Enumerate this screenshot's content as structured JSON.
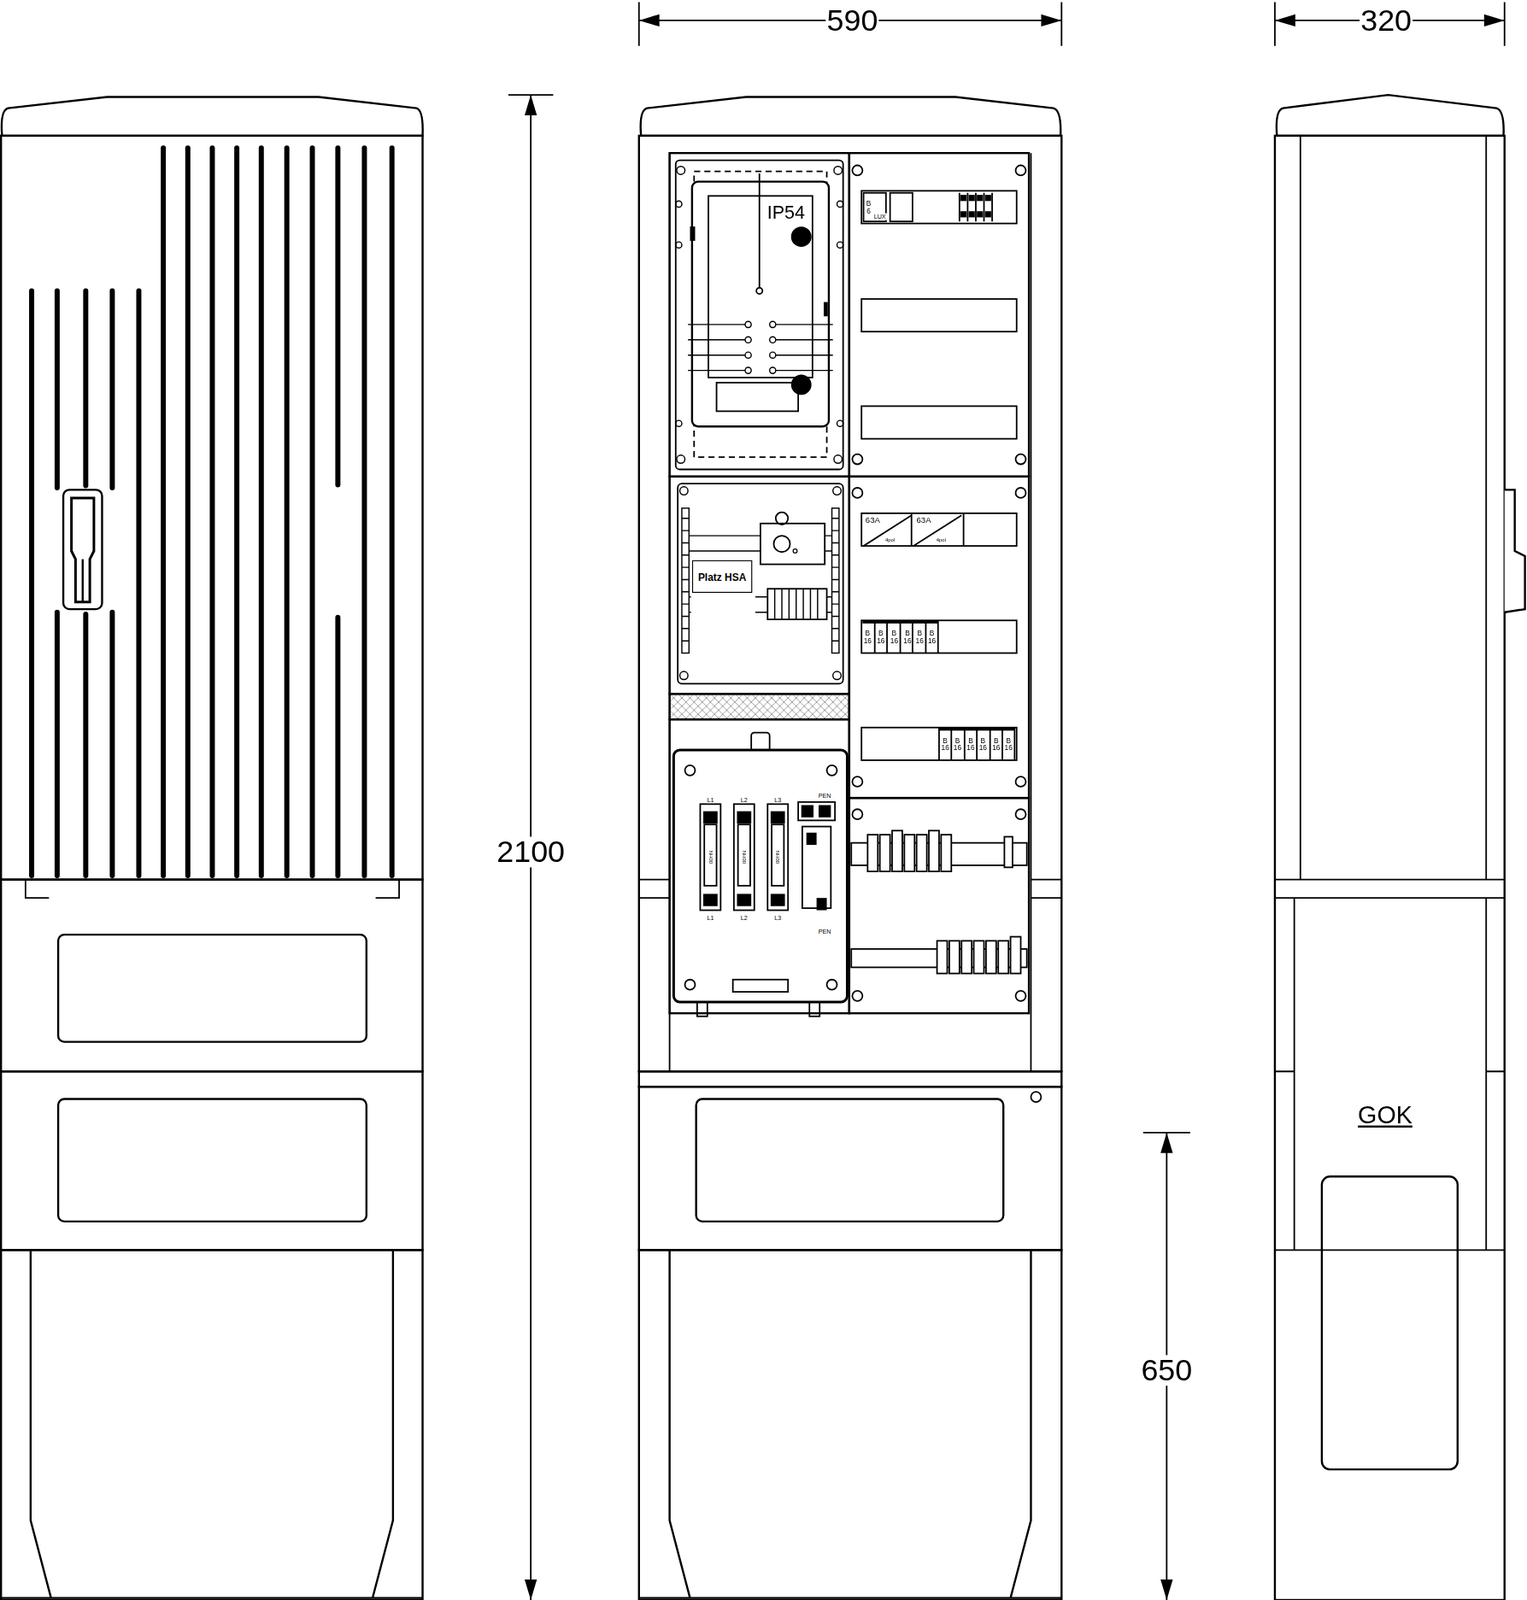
{
  "diagram": {
    "nodes": [
      {
        "text": [
          "Platz HSA"
        ]
      }
    ],
    "labels": [
      "590",
      "320",
      "2100",
      "650",
      "IP54",
      "B 6",
      "LUX",
      "63A",
      "63A",
      "4pol",
      "4pol",
      "B 16",
      "B 16",
      "B 16",
      "B 16",
      "B 16",
      "B 16",
      "B 16",
      "B 16",
      "B 16",
      "B 16",
      "B 16",
      "B 16",
      "L1",
      "L2",
      "L3",
      "NH00",
      "NH00",
      "NH00",
      "L1",
      "L2",
      "L3",
      "PEN",
      "PEN",
      "GOK"
    ]
  }
}
